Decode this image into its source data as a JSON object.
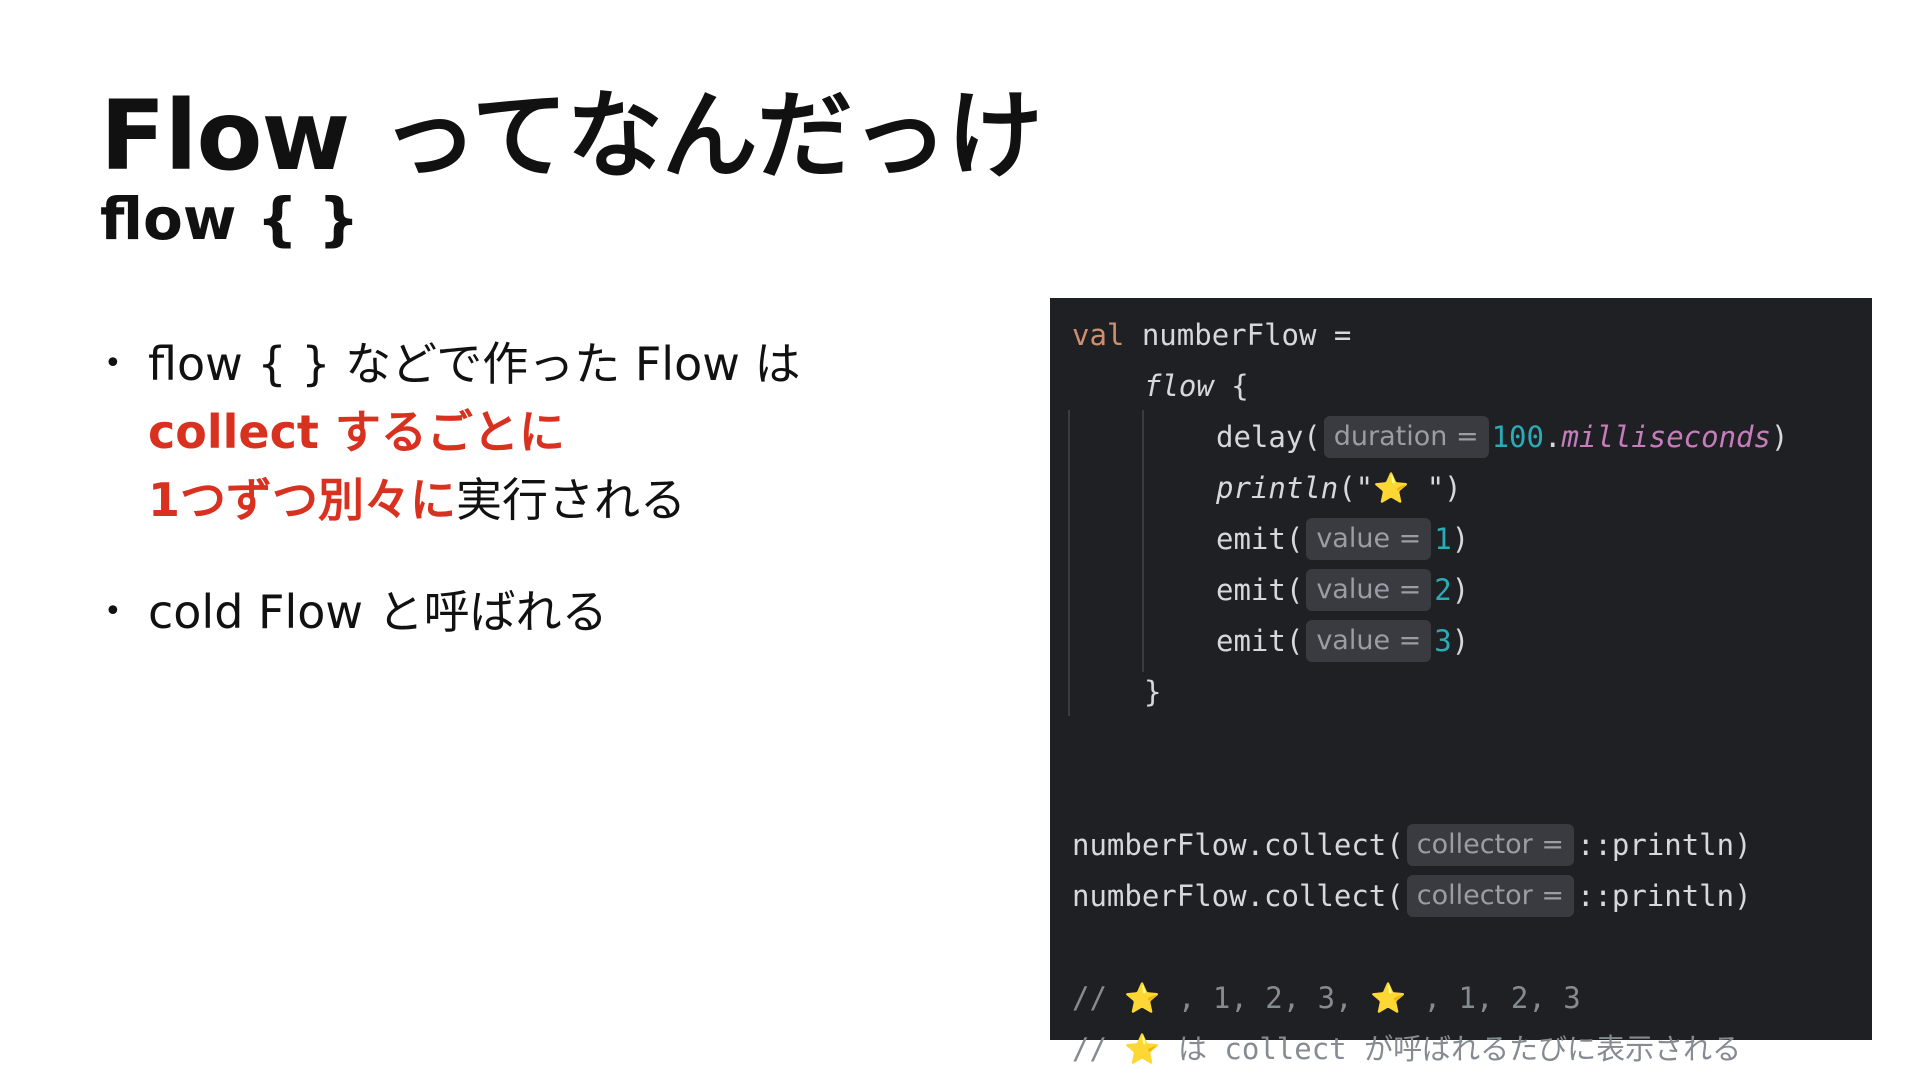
{
  "slide": {
    "title": "Flow ってなんだっけ",
    "subtitle": "flow { }",
    "bullets": [
      {
        "line1": "flow { } などで作った Flow は",
        "line2_red": "collect するごとに",
        "line3_red": "1つずつ別々に",
        "line3_rest": "実行される"
      },
      {
        "line1": "cold Flow と呼ばれる"
      }
    ],
    "bullet_glyph": "•"
  },
  "code": {
    "line1_kw": "val",
    "line1_rest": " numberFlow =",
    "line2_fn": "flow",
    "line2_brace": " {",
    "delay_call": "delay(",
    "delay_hint": "duration =",
    "delay_num": "100",
    "delay_dot": ".",
    "delay_ext": "milliseconds",
    "delay_close": ")",
    "println_fn": "println",
    "println_open": "(\"",
    "star": "⭐",
    "println_close": " \")",
    "emit_call": "emit(",
    "emit_hint": "value =",
    "emit_values": [
      "1",
      "2",
      "3"
    ],
    "emit_close": ")",
    "close_brace": "}",
    "collect_call": "numberFlow.collect(",
    "collect_hint": "collector =",
    "collect_arg": "::println)",
    "comment1_prefix": "// ",
    "comment1_rest1": " , 1, 2, 3, ",
    "comment1_rest2": " , 1, 2, 3",
    "comment2_prefix": "// ",
    "comment2_rest": "  は collect が呼ばれるたびに表示される"
  },
  "colors": {
    "accent_red": "#d9311f",
    "code_bg": "#1f2023",
    "keyword": "#cf8e6d",
    "number": "#2aacb8",
    "extension": "#c77dbb",
    "comment": "#868a91"
  }
}
